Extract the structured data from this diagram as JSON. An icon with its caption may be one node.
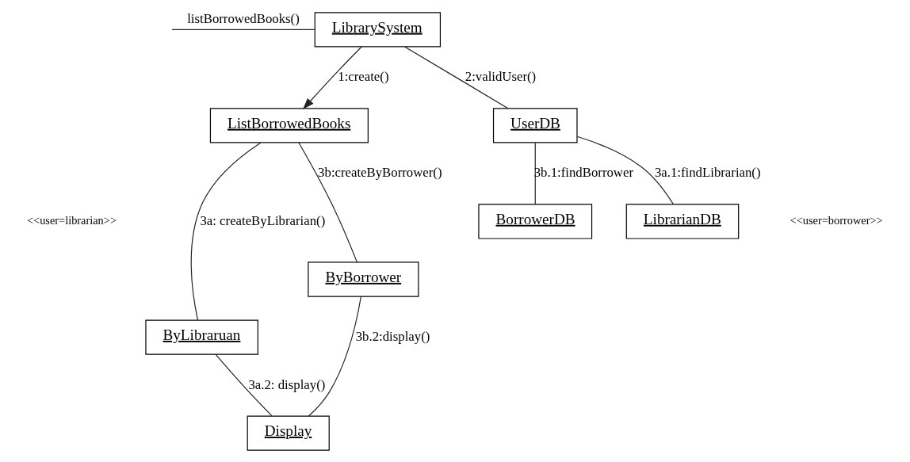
{
  "diagram": {
    "nodes": [
      {
        "text": [
          "LibrarySystem"
        ]
      },
      {
        "text": [
          "ListBorrowedBooks"
        ]
      },
      {
        "text": [
          "UserDB"
        ]
      },
      {
        "text": [
          "ByLibraruan"
        ]
      },
      {
        "text": [
          "ByBorrower"
        ]
      },
      {
        "text": [
          "LibrarianDB"
        ]
      },
      {
        "text": [
          "BorrowerDB"
        ]
      },
      {
        "text": [
          "Display"
        ]
      }
    ],
    "edges": [
      {
        "from": null,
        "to": 0,
        "arrow": "none",
        "label": "listBorrowedBooks()"
      },
      {
        "from": 0,
        "to": 1,
        "arrow": "to",
        "label": "1:create()"
      },
      {
        "from": 0,
        "to": 2,
        "arrow": "none",
        "label": "2:validUser()"
      },
      {
        "from": 1,
        "to": 3,
        "arrow": "none",
        "label": "3a: createByLibrarian()"
      },
      {
        "from": 1,
        "to": 4,
        "arrow": "none",
        "label": "3b:createByBorrower()"
      },
      {
        "from": 2,
        "to": 5,
        "arrow": "none",
        "label": "3a.1:findLibrarian()"
      },
      {
        "from": 2,
        "to": 6,
        "arrow": "none",
        "label": "3b.1:findBorrower"
      },
      {
        "from": 3,
        "to": 7,
        "arrow": "none",
        "label": "3a.2: display()"
      },
      {
        "from": 4,
        "to": 7,
        "arrow": "none",
        "label": "3b.2:display()"
      }
    ],
    "labels": [
      "<<user=librarian>>",
      "<<user=borrower>>"
    ]
  }
}
